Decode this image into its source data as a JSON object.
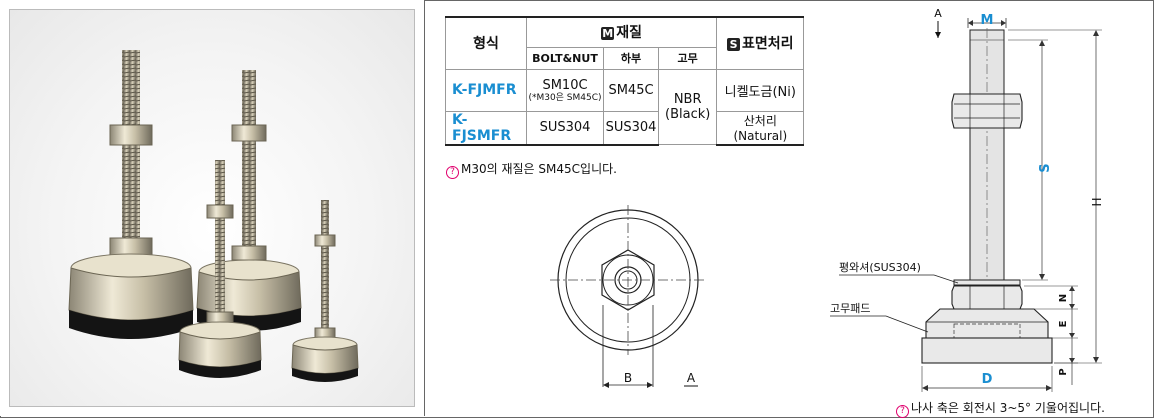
{
  "table": {
    "header_type": "형식",
    "header_material_badge": "M",
    "header_material": "재질",
    "header_surface_badge": "S",
    "header_surface": "표면처리",
    "col_bolt": "BOLT&NUT",
    "col_lower": "하부",
    "col_rubber": "고무",
    "rows": [
      {
        "code": "K-FJMFR",
        "bolt": "SM10C",
        "bolt_note": "(*M30은 SM45C)",
        "lower": "SM45C",
        "surface": "니켈도금(Ni)"
      },
      {
        "code": "K-FJSMFR",
        "bolt": "SUS304",
        "lower": "SUS304",
        "surface": "산처리(Natural)"
      }
    ],
    "rubber": "NBR (Black)"
  },
  "material_note": "M30의 재질은 SM45C입니다.",
  "front_view": {
    "label_b": "B",
    "label_a": "A"
  },
  "side_view": {
    "label_a": "A",
    "label_m": "M",
    "label_s": "S",
    "label_h": "H",
    "label_n": "N",
    "label_e": "E",
    "label_p": "P",
    "label_d": "D",
    "washer": "평와셔(SUS304)",
    "pad": "고무패드"
  },
  "tilt_note": "나사 축은 회전시 3~5° 기울어집니다.",
  "colors": {
    "accent_blue": "#1a8ed1",
    "note_pink": "#e0006e"
  }
}
